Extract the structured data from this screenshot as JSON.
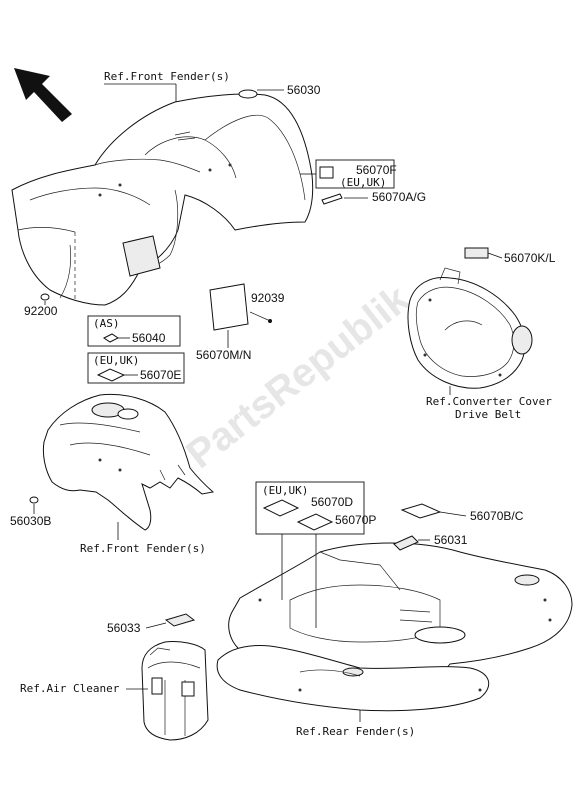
{
  "watermark": "PartsRepublik",
  "labels": {
    "ref_front_fender_top": "Ref.Front Fender(s)",
    "ref_front_fender_bottom": "Ref.Front Fender(s)",
    "ref_converter_cover_1": "Ref.Converter Cover",
    "ref_converter_cover_2": "Drive Belt",
    "ref_air_cleaner": "Ref.Air Cleaner",
    "ref_rear_fender": "Ref.Rear Fender(s)",
    "box_eu_uk_f": "(EU,UK)",
    "box_as": "(AS)",
    "box_eu_uk_e": "(EU,UK)",
    "box_eu_uk_dp": "(EU,UK)"
  },
  "part_numbers": {
    "p56030": "56030",
    "p56070F": "56070F",
    "p56070AG": "56070A/G",
    "p92200": "92200",
    "p92039": "92039",
    "p56070MN": "56070M/N",
    "p56040": "56040",
    "p56070E": "56070E",
    "p56070KL": "56070K/L",
    "p56030B": "56030B",
    "p56070D": "56070D",
    "p56070P": "56070P",
    "p56070BC": "56070B/C",
    "p56031": "56031",
    "p56033": "56033"
  }
}
